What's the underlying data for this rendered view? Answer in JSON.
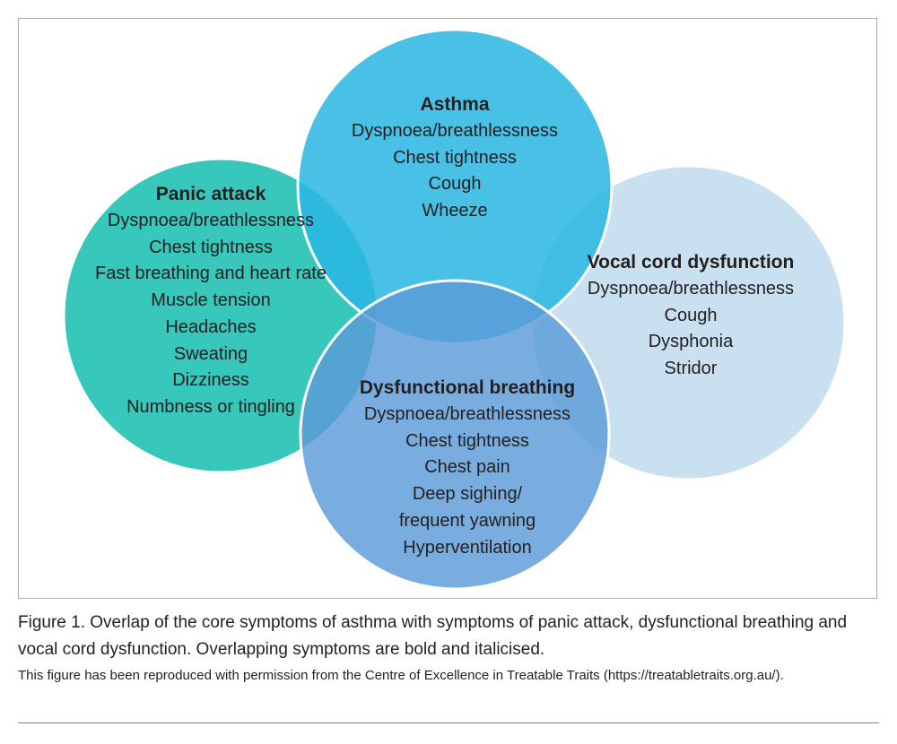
{
  "diagram": {
    "sets": [
      {
        "id": "asthma",
        "title": "Asthma",
        "color": "#29b6e3",
        "items": [
          "Dyspnoea/breathlessness",
          "Chest tightness",
          "Cough",
          "Wheeze"
        ]
      },
      {
        "id": "panic",
        "title": "Panic attack",
        "color": "#1bbfb2",
        "items": [
          "Dyspnoea/breathlessness",
          "Chest tightness",
          "Fast breathing and heart rate",
          "Muscle tension",
          "Headaches",
          "Sweating",
          "Dizziness",
          "Numbness or tingling"
        ]
      },
      {
        "id": "vocal",
        "title": "Vocal cord dysfunction",
        "color": "#bcd8ee",
        "items": [
          "Dyspnoea/breathlessness",
          "Cough",
          "Dysphonia",
          "Stridor"
        ]
      },
      {
        "id": "dysfunctional",
        "title": "Dysfunctional breathing",
        "color": "#5b9bd8",
        "items": [
          "Dyspnoea/breathlessness",
          "Chest tightness",
          "Chest pain",
          "Deep sighing/",
          "frequent yawning",
          "Hyperventilation"
        ]
      }
    ]
  },
  "caption": {
    "label": "Figure 1.",
    "text": " Overlap of the core symptoms of asthma with symptoms of panic attack, dysfunctional breathing and vocal cord dysfunction. Overlapping symptoms are bold and italicised."
  },
  "credit": "This figure has been reproduced with permission from the Centre of Excellence in Treatable Traits (https://treatabletraits.org.au/)."
}
